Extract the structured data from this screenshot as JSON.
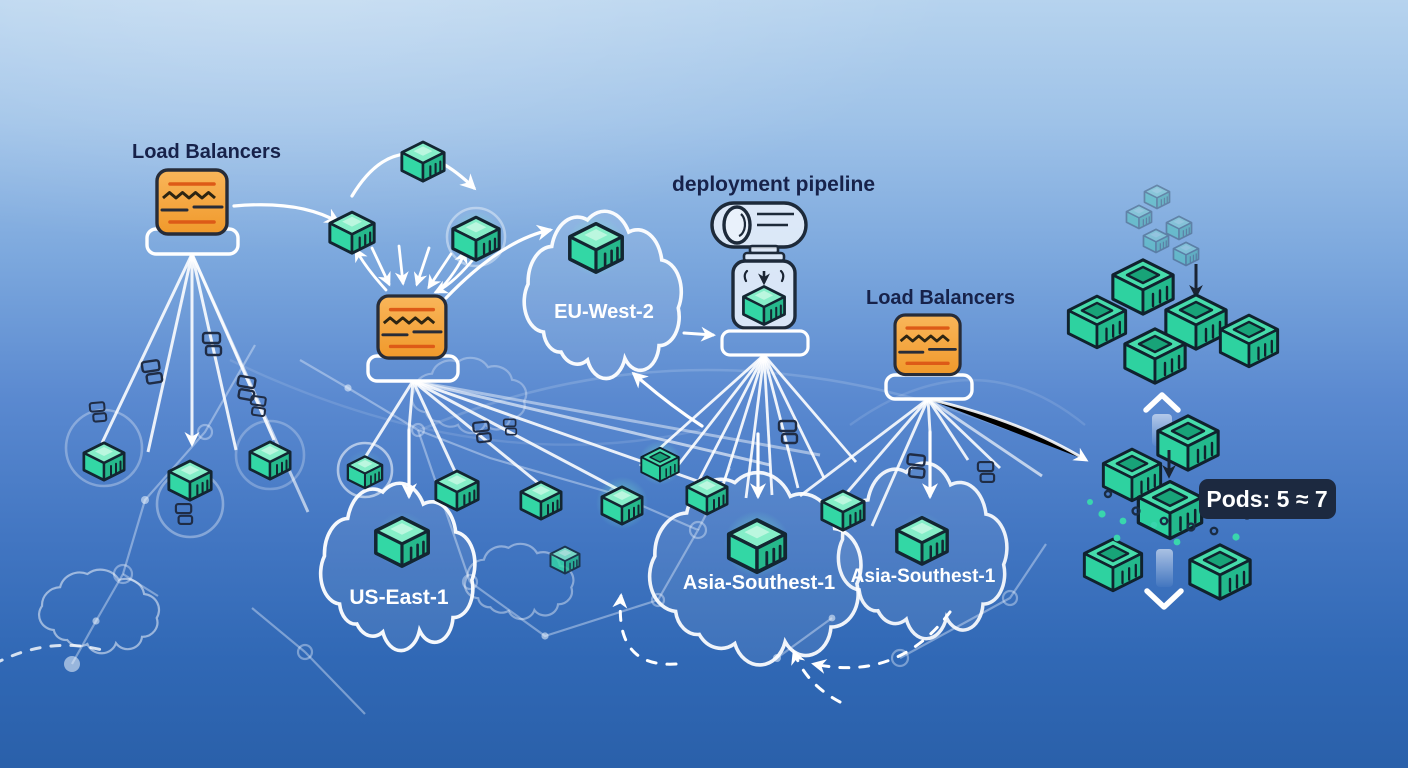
{
  "scene": {
    "description": "Multi-region container deployment illustration with load balancers, region clouds and a deployment pipeline"
  },
  "labels": {
    "load_balancers_left": "Load Balancers",
    "load_balancers_right": "Load Balancers",
    "deployment_pipeline": "deployment pipeline"
  },
  "regions": {
    "eu_west_2": "EU-West-2",
    "us_east_1": "US-East-1",
    "asia_left": "Asia-Southest-1",
    "asia_right": "Asia-Southest-1"
  },
  "badge": {
    "pods": "Pods: 5 ≈ 7"
  },
  "icons": {
    "load_balancer": "load-balancer-icon",
    "container_cube": "container-cube-icon",
    "pod_cube": "pod-cube-icon",
    "region_cloud": "region-cloud-icon",
    "deployment_pipeline": "pipeline-icon",
    "request_chip": "request-chip-icon",
    "scale_up": "chevron-up-icon",
    "scale_down": "chevron-down-icon"
  },
  "colors": {
    "cube_teal": "#2fd3a0",
    "cube_top": "#85eec8",
    "load_balancer_orange": "#f7a93f",
    "stripe_red": "#dd5a17",
    "outline_navy": "#1f2836",
    "badge_navy": "#1c2940",
    "label_navy": "#17224a",
    "line_white": "#ffffff",
    "background_top": "#b6d3ee",
    "background_bottom": "#2a60aa"
  }
}
